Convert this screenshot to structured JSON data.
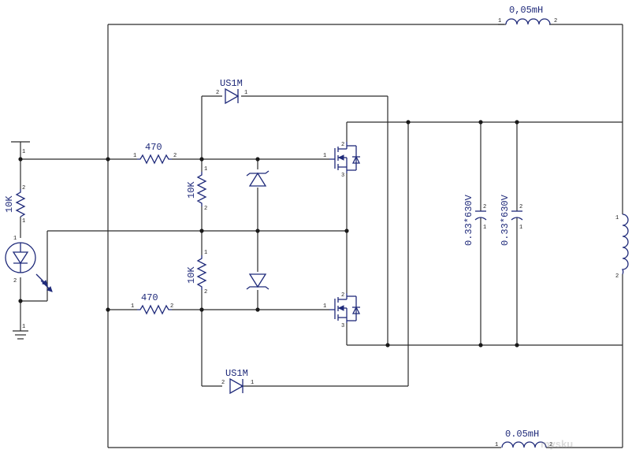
{
  "components": {
    "inductor_top": {
      "value": "0,05mH",
      "pin_left": "1",
      "pin_right": "2"
    },
    "inductor_bottom": {
      "value": "0.05mH",
      "pin_left": "1",
      "pin_right": "2"
    },
    "inductor_right": {
      "pin_top": "1",
      "pin_bottom": "2"
    },
    "diode_top": {
      "value": "US1M",
      "pin_left": "2",
      "pin_right": "1"
    },
    "diode_bottom": {
      "value": "US1M",
      "pin_left": "2",
      "pin_right": "1"
    },
    "resistor_gate_top": {
      "value": "470",
      "pin_left": "1",
      "pin_right": "2"
    },
    "resistor_gate_bottom": {
      "value": "470",
      "pin_left": "1",
      "pin_right": "2"
    },
    "resistor_gs_top": {
      "value": "10K",
      "pin_top": "1",
      "pin_bottom": "2"
    },
    "resistor_gs_bottom": {
      "value": "10K",
      "pin_top": "1",
      "pin_bottom": "2"
    },
    "resistor_led": {
      "value": "10K",
      "pin_top": "2",
      "pin_bottom": "1"
    },
    "led": {
      "pin_top": "1",
      "pin_bottom": "2"
    },
    "cap_1": {
      "value": "0.33*630V",
      "pin_top": "2",
      "pin_bottom": "1"
    },
    "cap_2": {
      "value": "0.33*630V",
      "pin_top": "2",
      "pin_bottom": "1"
    },
    "mosfet_top": {
      "pin_gate": "1",
      "pin_drain": "2",
      "pin_source": "3"
    },
    "mosfet_bottom": {
      "pin_gate": "1",
      "pin_drain": "2",
      "pin_source": "3"
    },
    "supply_pin": "1",
    "ground_pin": "1"
  },
  "watermark": "mysku",
  "colors": {
    "wire": "#2b2b2b",
    "component": "#1f2a7a",
    "text": "#1f2a7a"
  }
}
